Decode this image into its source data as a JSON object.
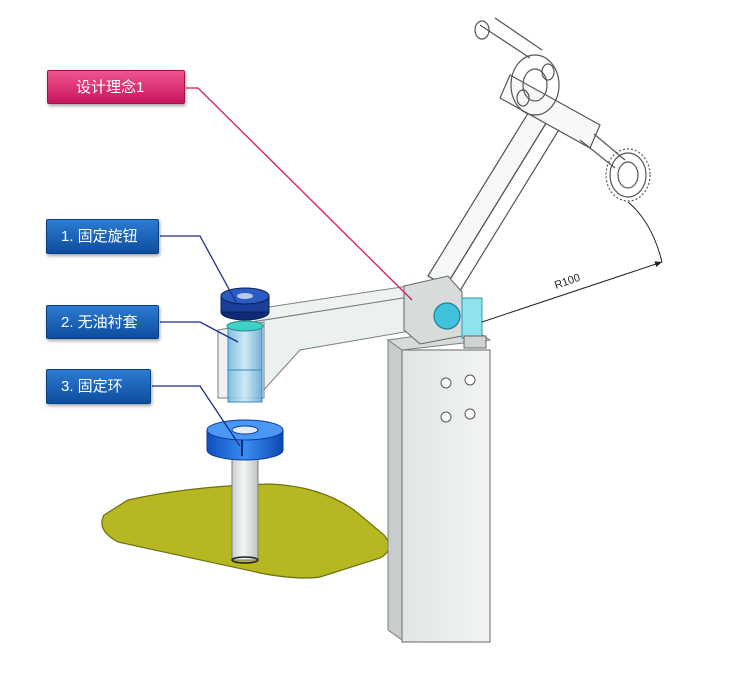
{
  "callouts": {
    "concept": "设计理念1",
    "item1": "1. 固定旋钮",
    "item2": "2. 无油衬套",
    "item3": "3. 固定环"
  },
  "dimension": "R100",
  "colors": {
    "callout_blue": "#1663bf",
    "callout_pink": "#e0317a",
    "leader_blue": "#1a2f8c",
    "leader_pink": "#d81b60",
    "base_plate": "#b8bb1e",
    "collar": "#1d6fe0",
    "knob": "#1a3f9a",
    "bushing": "#7ec8ee",
    "arm_fill": "#e9eeee"
  },
  "icons": [
    "fixed-knob-icon",
    "oilless-bushing-icon",
    "fixed-ring-icon"
  ]
}
